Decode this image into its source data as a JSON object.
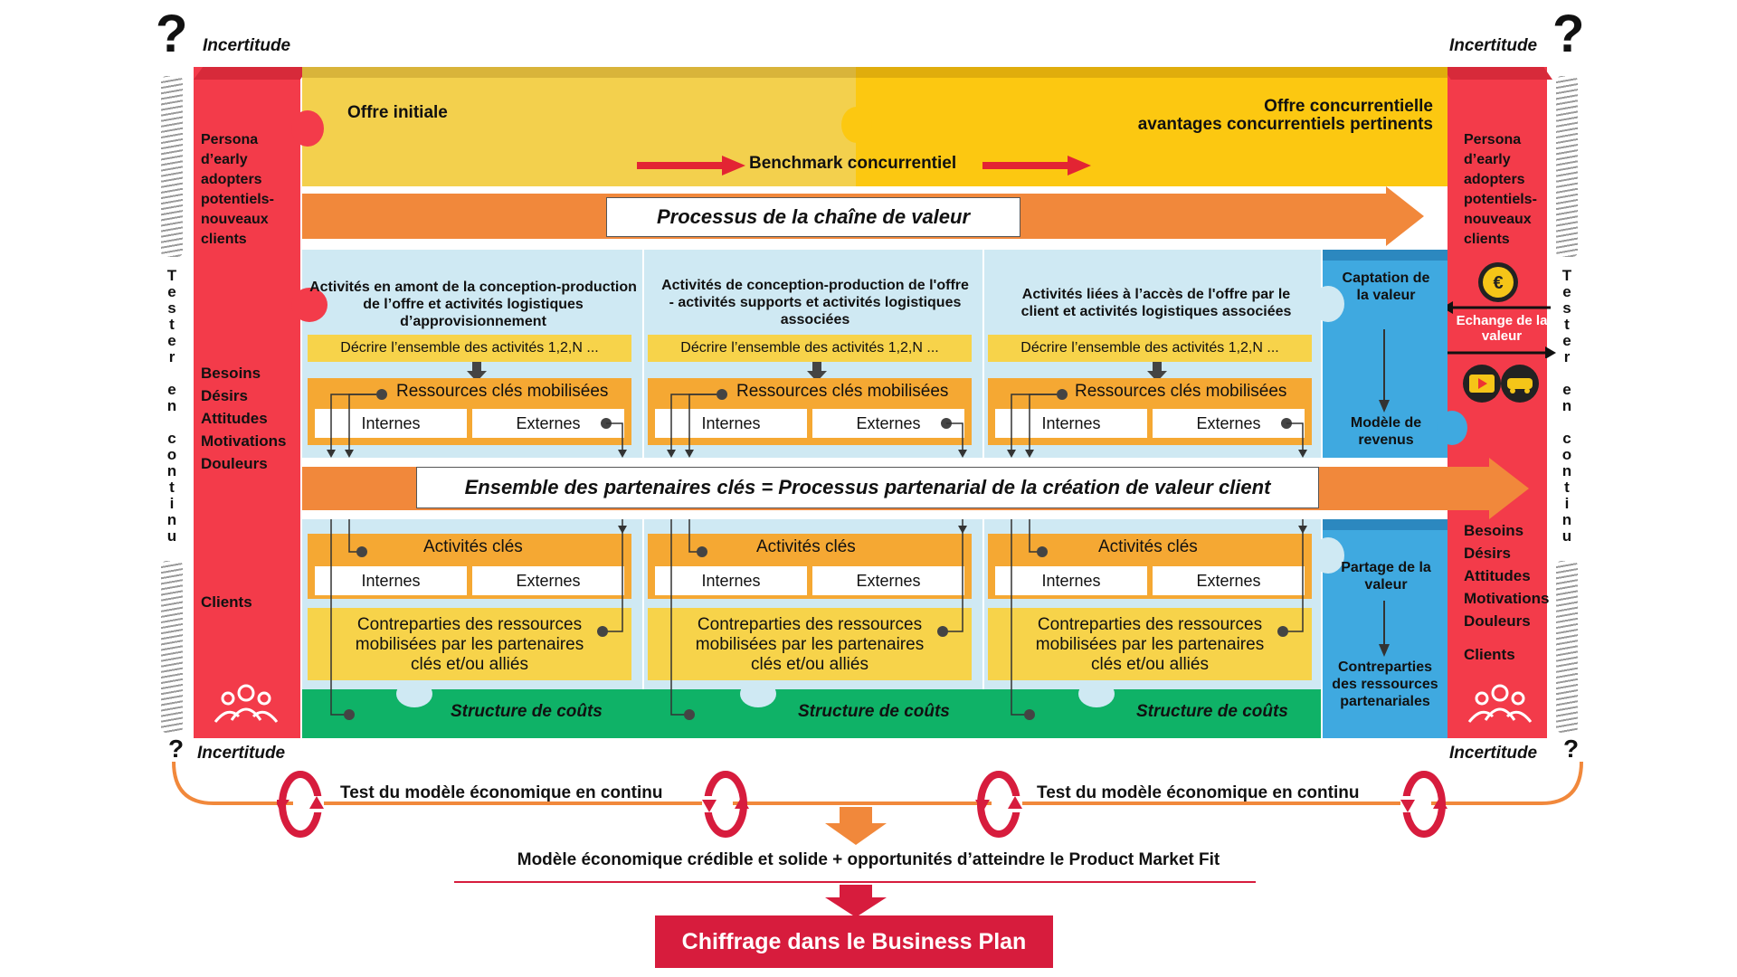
{
  "colors": {
    "red": "#f33b4a",
    "yellow_light": "#f3d04d",
    "yellow": "#fcc811",
    "orange": "#f1883b",
    "light_blue": "#cfe9f3",
    "blue": "#3fa9e0",
    "green": "#0fb267",
    "orange_box": "#f5a833",
    "yellow_box": "#f7d34a",
    "dark_red": "#d71c3d"
  },
  "corners": {
    "uncertainty": "Incertitude",
    "question_mark": "?"
  },
  "side": {
    "vertical_text": [
      "T",
      "e",
      "s",
      "t",
      "e",
      "r",
      "",
      "e",
      "n",
      "",
      "c",
      "o",
      "n",
      "t",
      "i",
      "n",
      "u"
    ]
  },
  "left_panel": {
    "persona": "Persona d’early adopters potentiels- nouveaux clients",
    "needs": [
      "Besoins",
      "Désirs",
      "Attitudes",
      "Motivations",
      "Douleurs"
    ],
    "clients": "Clients"
  },
  "right_panel": {
    "persona": "Persona d’early adopters potentiels- nouveaux clients",
    "exchange": "Echange de la valeur",
    "needs": [
      "Besoins",
      "Désirs",
      "Attitudes",
      "Motivations",
      "Douleurs"
    ],
    "clients": "Clients"
  },
  "top": {
    "initial_offer": "Offre initiale",
    "competitor_offer_line1": "Offre concurrentielle",
    "competitor_offer_line2": "avantages concurrentiels pertinents",
    "benchmark": "Benchmark concurrentiel"
  },
  "value_chain": "Processus de la chaîne de valeur",
  "partners": "Ensemble des partenaires clés = Processus partenarial de la création de valeur client",
  "columns": [
    {
      "title": "Activités en amont de la conception-production de l’offre et activités logistiques d’approvisionnement",
      "describe": "Décrire l’ensemble des activités 1,2,N ...",
      "resources": "Ressources clés mobilisées",
      "internal": "Internes",
      "external": "Externes",
      "activities": "Activités clés",
      "counterparts": "Contreparties des ressources mobilisées par les partenaires clés et/ou alliés",
      "cost": "Structure de coûts"
    },
    {
      "title": "Activités de conception-production de l'offre - activités supports et activités logistiques associées",
      "describe": "Décrire l’ensemble des activités 1,2,N ...",
      "resources": "Ressources clés mobilisées",
      "internal": "Internes",
      "external": "Externes",
      "activities": "Activités clés",
      "counterparts": "Contreparties des ressources mobilisées par les partenaires clés et/ou alliés",
      "cost": "Structure de coûts"
    },
    {
      "title": "Activités liées à l’accès de l'offre par le client et activités logistiques associées",
      "describe": "Décrire l’ensemble des activités 1,2,N ...",
      "resources": "Ressources clés mobilisées",
      "internal": "Internes",
      "external": "Externes",
      "activities": "Activités clés",
      "counterparts": "Contreparties des ressources mobilisées par les partenaires clés et/ou alliés",
      "cost": "Structure de coûts"
    }
  ],
  "value_capture": {
    "title": "Captation de la valeur",
    "revenue": "Modèle de revenus"
  },
  "value_sharing": {
    "title": "Partage de la valeur",
    "counterparts": "Contreparties des ressources partenariales"
  },
  "bottom": {
    "test_left": "Test du modèle économique en continu",
    "test_right": "Test du modèle économique en continu",
    "credible": "Modèle économique crédible et solide + opportunités d’atteindre le Product Market Fit",
    "business_plan": "Chiffrage dans le Business Plan"
  },
  "icons": {
    "euro": "euro-coin-icon",
    "people": "people-group-icon",
    "question": "question-mark-icon"
  }
}
